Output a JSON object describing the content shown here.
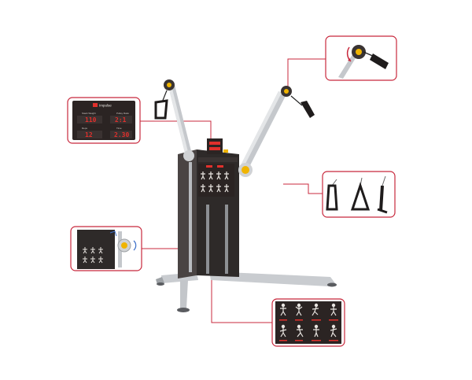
{
  "brand": {
    "logo_text": "Impulse"
  },
  "display_panel": {
    "labels": [
      "Stack Weight",
      "Pulley Ratio",
      "Reps",
      "Time"
    ],
    "values": [
      "110",
      "2:1",
      "12",
      "2.30"
    ]
  },
  "colors": {
    "callout_border": "#c8283c",
    "leader_line": "#c8283c",
    "frame": "#b9bcc0",
    "tower": "#2e2a29",
    "panel_bg": "#2b2423",
    "led": "#e0302c",
    "accent_yellow": "#f0b400"
  },
  "icons": [
    "pulley-swivel-icon",
    "d-handle-icon",
    "triangle-handle-icon",
    "straight-bar-icon",
    "exercise-figure-icon"
  ]
}
